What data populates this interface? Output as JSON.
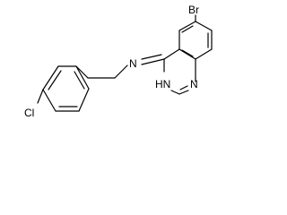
{
  "molecule": {
    "atoms": {
      "bromine": "Br",
      "amine_nitrogen": "N",
      "ring_nh": "HN",
      "ring_n": "N",
      "chlorine": "Cl"
    }
  },
  "colors": {
    "bond": "#000000",
    "text": "#000000",
    "background": "#ffffff"
  }
}
